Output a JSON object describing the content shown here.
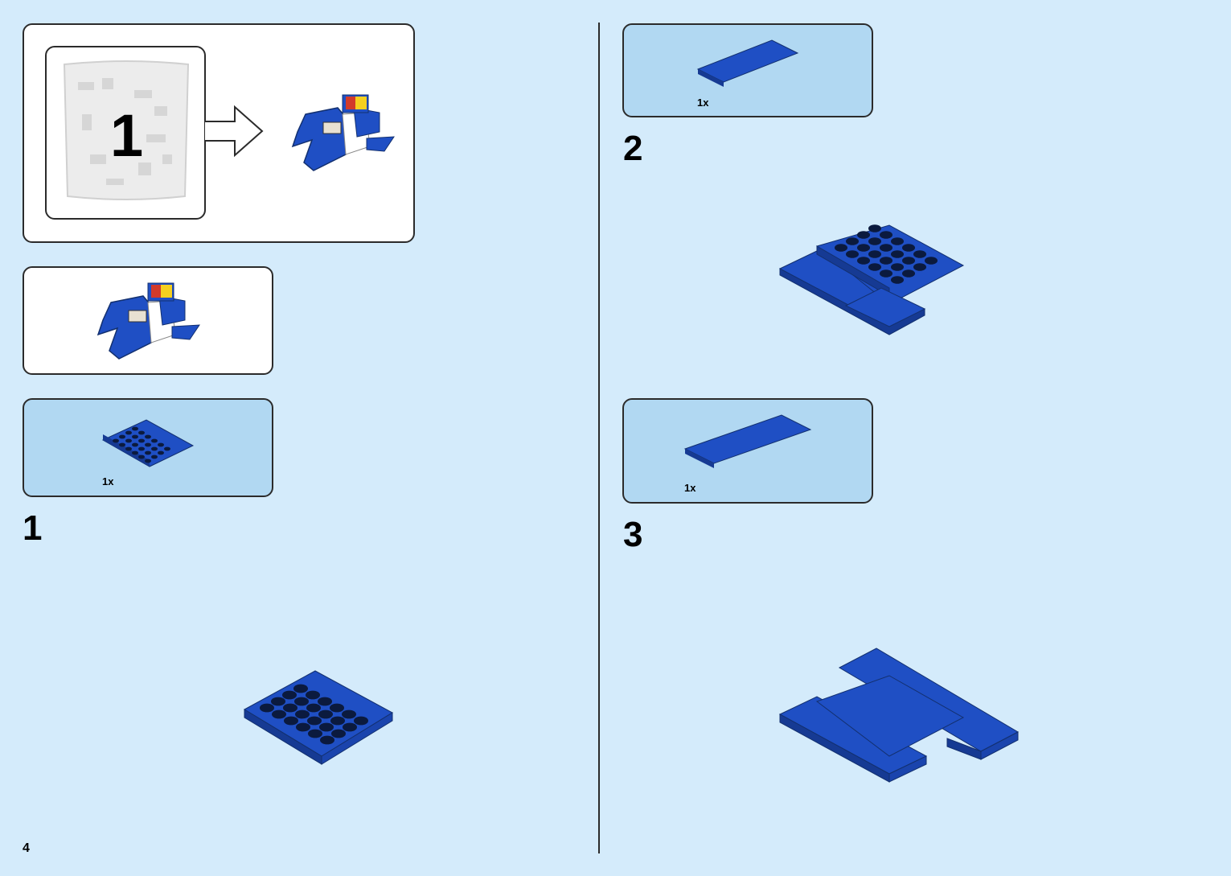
{
  "page": {
    "number": "4"
  },
  "bag": {
    "number": "1"
  },
  "steps": [
    {
      "number": "1",
      "parts": [
        {
          "qty": "1x",
          "part": "blue-plate-4x6"
        }
      ]
    },
    {
      "number": "2",
      "parts": [
        {
          "qty": "1x",
          "part": "blue-plate-2x6"
        }
      ]
    },
    {
      "number": "3",
      "parts": [
        {
          "qty": "1x",
          "part": "blue-plate-2x8"
        }
      ]
    }
  ],
  "colors": {
    "background": "#d4ebfb",
    "callout_parts": "#b1d8f2",
    "brick_blue": "#1f4fc4",
    "outline": "#2b2b2b"
  }
}
